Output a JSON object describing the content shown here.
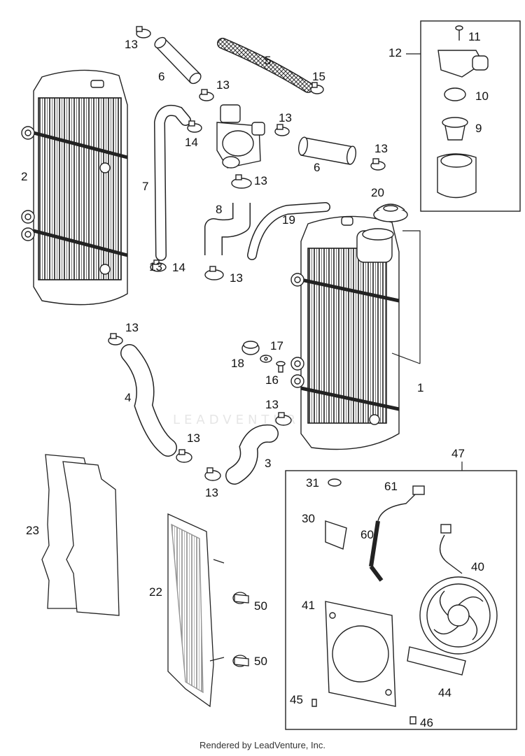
{
  "callouts": {
    "c1": "1",
    "c2": "2",
    "c3": "3",
    "c4": "4",
    "c5": "5",
    "c6a": "6",
    "c6b": "6",
    "c7": "7",
    "c8": "8",
    "c9": "9",
    "c10": "10",
    "c11": "11",
    "c12": "12",
    "c13a": "13",
    "c13b": "13",
    "c13c": "13",
    "c13d": "13",
    "c13e": "13",
    "c13f": "13",
    "c13g": "13",
    "c13h": "13",
    "c13i": "13",
    "c13j": "13",
    "c13k": "13",
    "c14a": "14",
    "c14b": "14",
    "c15": "15",
    "c16": "16",
    "c17": "17",
    "c18": "18",
    "c19": "19",
    "c20": "20",
    "c22": "22",
    "c23": "23",
    "c30": "30",
    "c31": "31",
    "c40": "40",
    "c41": "41",
    "c44": "44",
    "c45": "45",
    "c46": "46",
    "c47": "47",
    "c50a": "50",
    "c50b": "50",
    "c60": "60",
    "c61": "61"
  },
  "watermark": "LEADVENTURE",
  "footer": "Rendered by LeadVenture, Inc."
}
